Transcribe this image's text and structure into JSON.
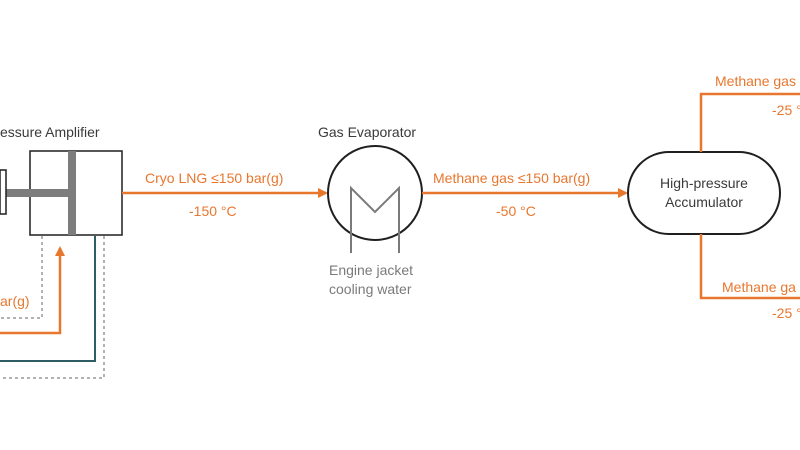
{
  "labels": {
    "amplifier_title": "essure Amplifier",
    "evaporator_title": "Gas Evaporator",
    "cryo_flow": "Cryo LNG ≤150 bar(g)",
    "cryo_temp": "-150 °C",
    "methane_flow": "Methane gas ≤150 bar(g)",
    "methane_temp": "-50 °C",
    "accumulator_line1": "High-pressure",
    "accumulator_line2": "Accumulator",
    "cooling_line1": "Engine jacket",
    "cooling_line2": "cooling water",
    "left_inlet": "ar(g)",
    "out_top_flow": "Methane gas",
    "out_top_temp": "-25 °",
    "out_bottom_flow": "Methane ga",
    "out_bottom_temp": "-25 °"
  },
  "colors": {
    "flow": "#e8772e",
    "outline": "#1f1f1f",
    "piston": "#7d7d7d",
    "teal_line": "#2e5d63",
    "dashed_line": "#666666",
    "text": "#3a3a3a"
  },
  "icons": {
    "evaporator": "heat-exchanger-coil-icon",
    "accumulator": "pressure-vessel-icon"
  }
}
